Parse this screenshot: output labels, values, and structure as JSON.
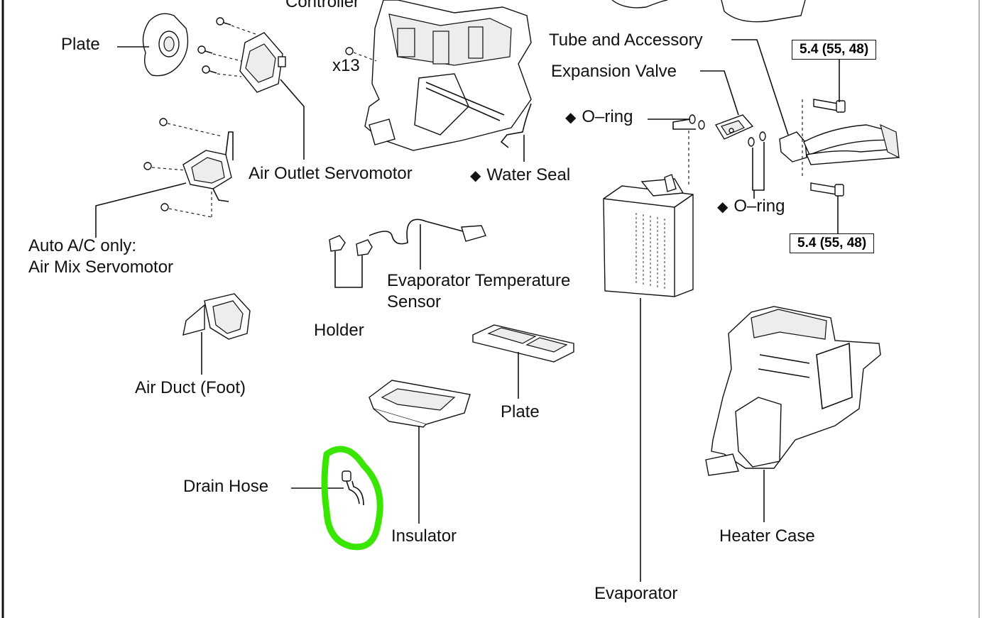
{
  "labels": {
    "controller": "Controller",
    "plate_top": "Plate",
    "x13": "x13",
    "air_outlet_servomotor": "Air Outlet Servomotor",
    "auto_ac_line1": "Auto A/C only:",
    "auto_ac_line2": "Air Mix Servomotor",
    "air_duct_foot": "Air Duct (Foot)",
    "holder": "Holder",
    "evap_temp_line1": "Evaporator Temperature",
    "evap_temp_line2": "Sensor",
    "plate_middle": "Plate",
    "drain_hose": "Drain Hose",
    "insulator": "Insulator",
    "water_seal": "Water Seal",
    "tube_and_accessory": "Tube and Accessory",
    "expansion_valve": "Expansion Valve",
    "o_ring_upper": "O–ring",
    "o_ring_lower": "O–ring",
    "evaporator": "Evaporator",
    "heater_case": "Heater Case",
    "torque_upper": "5.4 (55, 48)",
    "torque_lower": "5.4 (55, 48)",
    "diamond_symbol": "◆"
  },
  "highlight": {
    "color": "#39e600",
    "target": "Drain Hose"
  }
}
